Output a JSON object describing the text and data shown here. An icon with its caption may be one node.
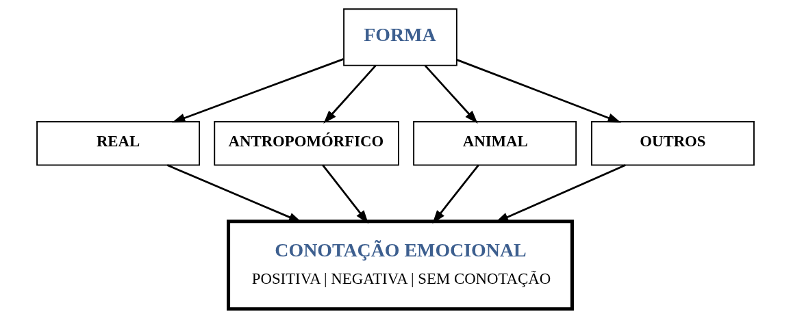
{
  "diagram": {
    "nodes": [
      {
        "text": [
          "FORMA"
        ]
      },
      {
        "text": [
          "REAL"
        ]
      },
      {
        "text": [
          "ANTROPOMÓRFICO"
        ]
      },
      {
        "text": [
          "ANIMAL"
        ]
      },
      {
        "text": [
          "OUTROS"
        ]
      },
      {
        "text": [
          "CONOTAÇÃO EMOCIONAL",
          "POSITIVA | NEGATIVA | SEM CONOTAÇÃO"
        ]
      }
    ],
    "edges": [
      {
        "from": 0,
        "to": 1,
        "arrow": "to"
      },
      {
        "from": 0,
        "to": 2,
        "arrow": "to"
      },
      {
        "from": 0,
        "to": 3,
        "arrow": "to"
      },
      {
        "from": 0,
        "to": 4,
        "arrow": "to"
      },
      {
        "from": 1,
        "to": 5,
        "arrow": "to"
      },
      {
        "from": 2,
        "to": 5,
        "arrow": "to"
      },
      {
        "from": 3,
        "to": 5,
        "arrow": "to"
      },
      {
        "from": 4,
        "to": 5,
        "arrow": "to"
      }
    ]
  }
}
